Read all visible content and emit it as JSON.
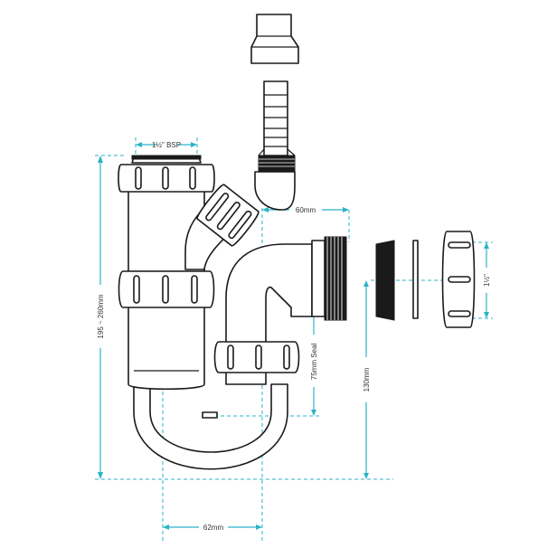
{
  "labels": {
    "bsp": "1½\" BSP",
    "overall_height": "195 ~ 260mm",
    "outlet_offset": "60mm",
    "outlet_size": "1½\"",
    "seal": "75mm Seal",
    "outlet_height": "130mm",
    "pipe_spacing": "62mm"
  },
  "colors": {
    "line": "#1a1a1a",
    "dimension": "#2bb3c8"
  }
}
